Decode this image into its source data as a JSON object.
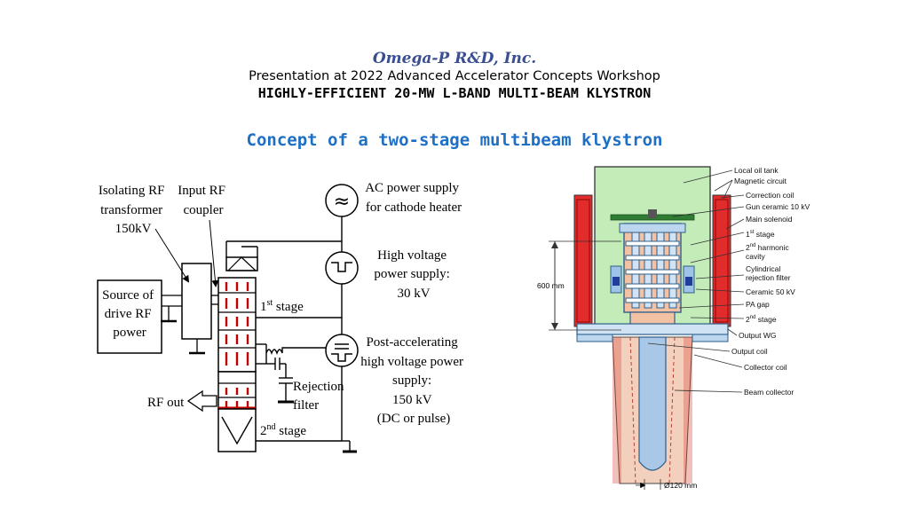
{
  "header": {
    "company": "Omega-P R&D, Inc.",
    "presentation": "Presentation at 2022 Advanced Accelerator Concepts Workshop",
    "klystron_title": "HIGHLY-EFFICIENT 20-MW L-BAND MULTI-BEAM KLYSTRON"
  },
  "slide": {
    "title": "Concept of a two-stage multibeam klystron"
  },
  "schematic": {
    "isolating_rf": [
      "Isolating RF",
      "transformer",
      "150kV"
    ],
    "input_rf": [
      "Input RF",
      "coupler"
    ],
    "source": [
      "Source of",
      "drive RF",
      "power"
    ],
    "stage1": "1",
    "stage1_sup": "st",
    "stage1_rest": " stage",
    "stage2": "2",
    "stage2_sup": "nd",
    "stage2_rest": " stage",
    "rejection": [
      "Rejection",
      "filter"
    ],
    "rf_out": "RF out",
    "ac_supply": [
      "AC power supply",
      "for cathode heater"
    ],
    "hv_supply": [
      "High voltage",
      "power supply:",
      "30 kV"
    ],
    "post_supply": [
      "Post-accelerating",
      "high voltage power",
      "supply:",
      "150 kV",
      "(DC or pulse)"
    ],
    "ac_symbol": "≈"
  },
  "cross_section": {
    "labels": [
      "Local oil tank",
      "Magnetic circuit",
      "Correction coil",
      "Gun ceramic 10 kV",
      "Main solenoid",
      "1",
      "2",
      "Cylindrical",
      "rejection filter",
      "Ceramic 50 kV",
      "PA gap",
      "Output WG",
      "Output coil",
      "Collector coil",
      "Beam collector"
    ],
    "stage1_sup": "st",
    "stage1_rest": " stage",
    "harmonic_sup": "nd",
    "harmonic_rest": " harmonic",
    "cavity": "cavity",
    "stage2_sup": "nd",
    "stage2_rest": " stage",
    "dim_height": "600 mm",
    "dim_diameter": "Ø120 mm"
  }
}
